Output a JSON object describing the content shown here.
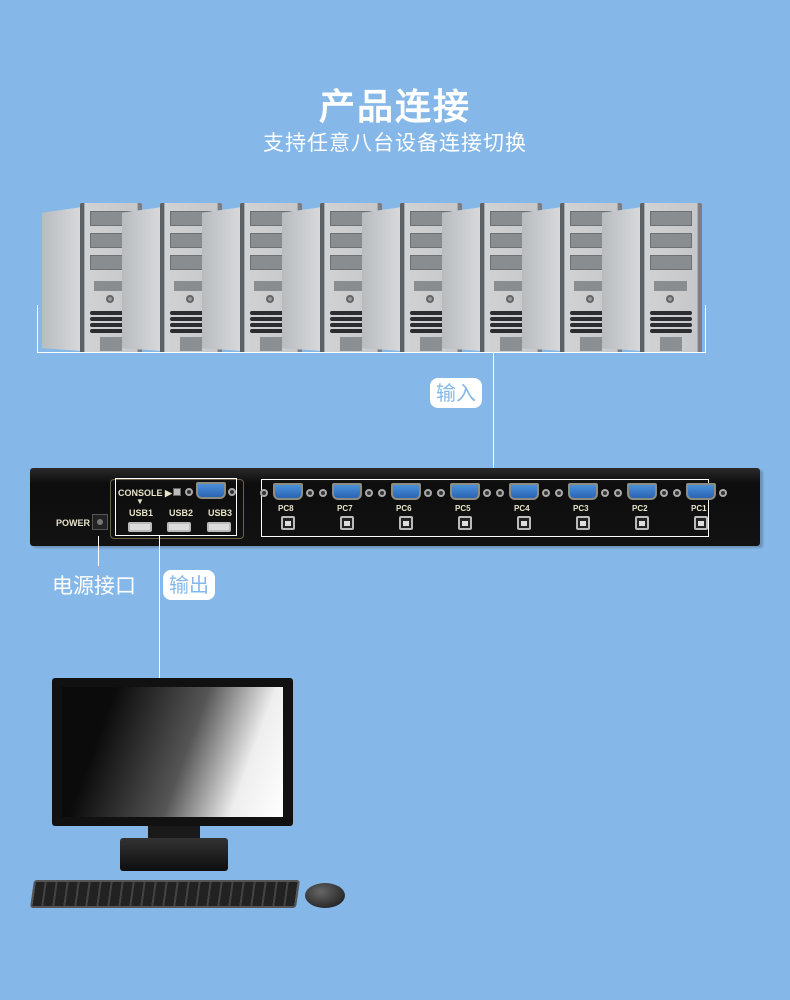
{
  "header": {
    "title": "产品连接",
    "subtitle": "支持任意八台设备连接切换"
  },
  "labels": {
    "input": "输入",
    "output": "输出",
    "power_port": "电源接口"
  },
  "kvm": {
    "power_label": "POWER",
    "console_label": "CONSOLE",
    "usb_ports": [
      "USB1",
      "USB2",
      "USB3"
    ],
    "pc_ports": [
      "PC8",
      "PC7",
      "PC6",
      "PC5",
      "PC4",
      "PC3",
      "PC2",
      "PC1"
    ]
  },
  "colors": {
    "background": "#85b8e8",
    "vga": "#3a7cc8"
  }
}
